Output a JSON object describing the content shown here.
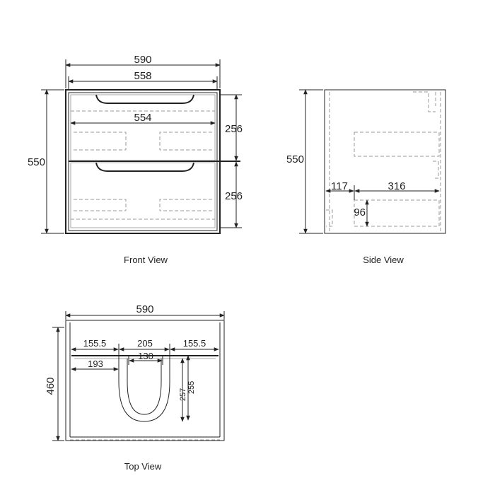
{
  "front_view": {
    "caption": "Front View",
    "dims": {
      "overall_width": "590",
      "inner_width": "558",
      "drawer_width": "554",
      "height": "550",
      "drawer_top": "256",
      "drawer_bottom": "256"
    }
  },
  "side_view": {
    "caption": "Side View",
    "dims": {
      "height": "550",
      "left_offset": "117",
      "inner_depth": "316",
      "drawer_height": "96"
    }
  },
  "top_view": {
    "caption": "Top View",
    "dims": {
      "overall_width": "590",
      "left_margin": "155.5",
      "cutout_width": "205",
      "right_margin": "155.5",
      "inner_cutout": "130",
      "left_depth": "193",
      "cutout_depth_a": "257",
      "cutout_depth_b": "255",
      "depth": "460"
    }
  }
}
